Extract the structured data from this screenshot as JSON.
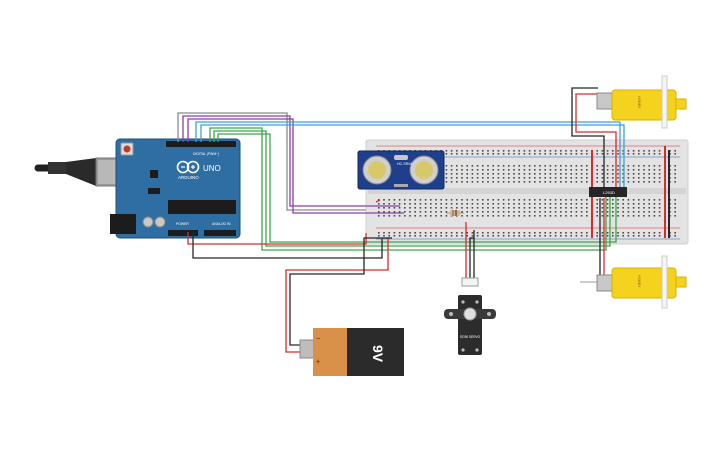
{
  "arduino": {
    "brand": "ARDUINO",
    "model": "UNO",
    "digital_header": "DIGITAL (PWM~)",
    "power_header": "POWER",
    "analog_header": "ANALOG IN",
    "board_color": "#2f6ea3"
  },
  "sensor": {
    "label": "HC-SR04",
    "board_color": "#1d3f8c"
  },
  "driver": {
    "label": "L293D"
  },
  "battery": {
    "label": "9V",
    "plus_sign": "+",
    "minus_sign": "−"
  },
  "servo": {
    "label": "SG90 SERVO"
  },
  "motors": [
    {
      "label": "HOBBY"
    },
    {
      "label": "HOBBY"
    }
  ],
  "colors": {
    "wire_red": "#d92b2b",
    "wire_black": "#262626",
    "wire_green": "#3aa84a",
    "wire_blue": "#3ea0d8",
    "wire_purple": "#8a3fa8",
    "wire_gray": "#8c8c8c",
    "motor_yellow": "#f4d21d",
    "breadboard": "#e3e3e3",
    "battery_orange": "#d9914a"
  }
}
